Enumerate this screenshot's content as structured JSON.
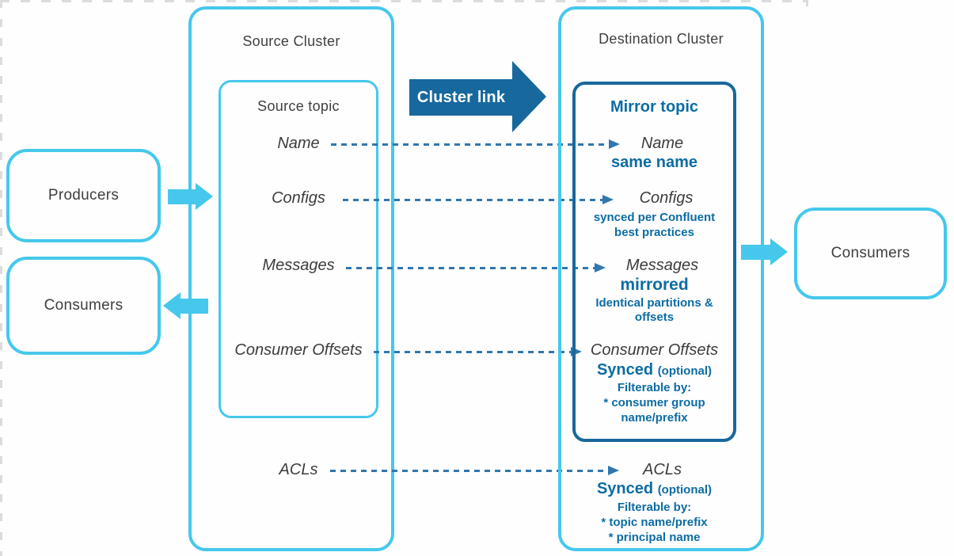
{
  "palette": {
    "cyan_accent": "#45C8EC",
    "dark_blue": "#17689D",
    "text_blue": "#0C6CA4",
    "dashed_arrow_blue": "#3077AE",
    "label_gray": "#3D3D3D"
  },
  "left_column": {
    "producers_label": "Producers",
    "consumers_label": "Consumers"
  },
  "right_column": {
    "consumers_label": "Consumers"
  },
  "cluster_link_label": "Cluster link",
  "source_cluster": {
    "title": "Source Cluster",
    "topic_title": "Source topic",
    "rows": {
      "name": "Name",
      "configs": "Configs",
      "messages": "Messages",
      "consumer_offsets": "Consumer Offsets",
      "acls": "ACLs"
    }
  },
  "destination_cluster": {
    "title": "Destination Cluster",
    "mirror_topic_title": "Mirror topic",
    "rows": {
      "name": {
        "label": "Name",
        "note": "same name"
      },
      "configs": {
        "label": "Configs",
        "note_lines": [
          "synced per Confluent",
          "best practices"
        ]
      },
      "messages": {
        "label": "Messages",
        "note_big": "mirrored",
        "note_lines": [
          "Identical partitions &",
          "offsets"
        ]
      },
      "consumer_offsets": {
        "label": "Consumer Offsets",
        "synced_word": "Synced",
        "optional_word": "(optional)",
        "filter_lines": [
          "Filterable by:",
          "* consumer group",
          "name/prefix"
        ]
      },
      "acls": {
        "label": "ACLs",
        "synced_word": "Synced",
        "optional_word": "(optional)",
        "filter_lines": [
          "Filterable by:",
          "* topic name/prefix",
          "* principal name"
        ]
      }
    }
  }
}
